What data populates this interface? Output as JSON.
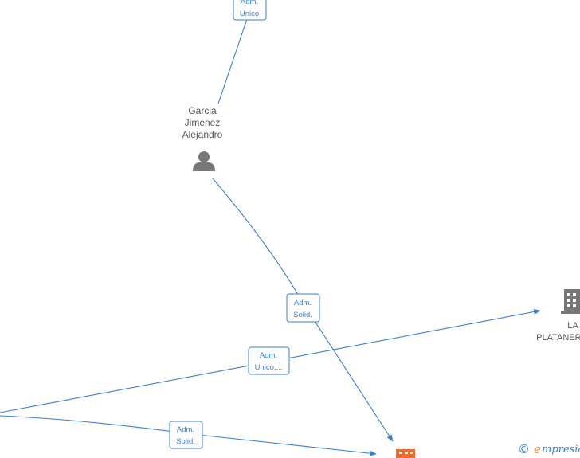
{
  "nodes": {
    "person": {
      "name_lines": [
        "Garcia",
        "Jimenez",
        "Alejandro"
      ]
    },
    "company_right": {
      "name_lines": [
        "LA",
        "PLATANERA"
      ]
    }
  },
  "edges": {
    "top": {
      "label_lines": [
        "Adm.",
        "Unico"
      ]
    },
    "person_to_bottom": {
      "label_lines": [
        "Adm.",
        "Solid."
      ]
    },
    "left_to_right": {
      "label_lines": [
        "Adm.",
        "Unico,..."
      ]
    },
    "left_to_bottom": {
      "label_lines": [
        "Adm.",
        "Solid."
      ]
    }
  },
  "brand": {
    "copyright": "©",
    "e_letter": "e",
    "rest": "mpresia"
  },
  "colors": {
    "edge": "#3a7fd5",
    "node_icon": "#777777",
    "highlight_company": "#f26a2e",
    "brand_accent": "#f28c28"
  },
  "icons": {
    "person": "person-icon",
    "company_right": "building-icon",
    "company_bottom": "building-icon"
  }
}
